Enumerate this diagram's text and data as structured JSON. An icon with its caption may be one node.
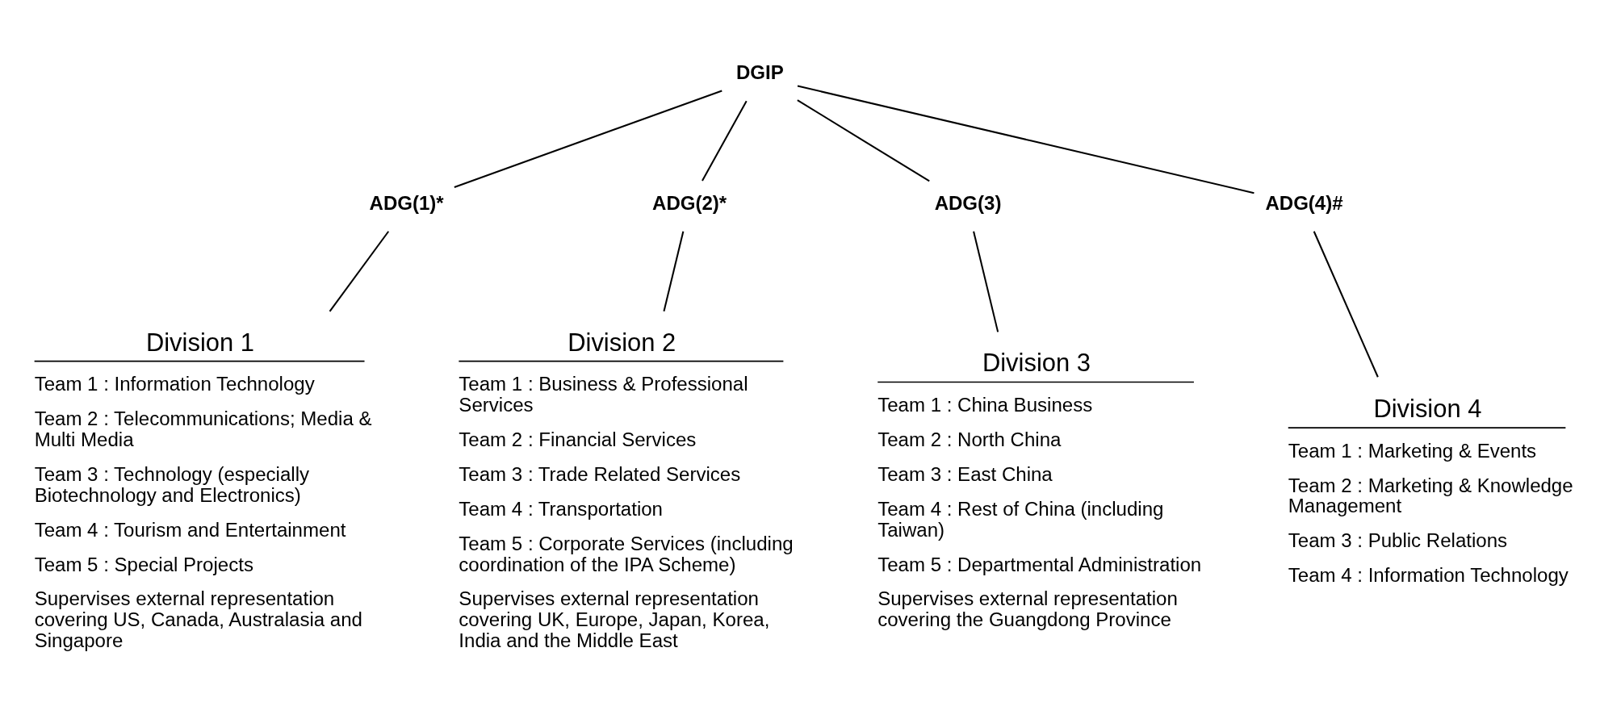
{
  "diagram": {
    "nodes": [
      {
        "text": [
          "DGIP"
        ]
      },
      {
        "text": [
          "ADG(1)*"
        ]
      },
      {
        "text": [
          "ADG(2)*"
        ]
      },
      {
        "text": [
          "ADG(3)"
        ]
      },
      {
        "text": [
          "ADG(4)#"
        ]
      },
      {
        "text": [
          "Division 1",
          "Team 1 : Information Technology",
          "Team 2 : Telecommunications; Media & Multi Media",
          "Team 3 : Technology (especially Biotechnology and Electronics)",
          "Team 4 : Tourism and Entertainment",
          "Team 5 : Special Projects",
          "Supervises external representation covering US, Canada, Australasia and Singapore"
        ]
      },
      {
        "text": [
          "Division 2",
          "Team 1 : Business & Professional Services",
          "Team 2 : Financial Services",
          "Team 3 : Trade Related Services",
          "Team 4 : Transportation",
          "Team 5 : Corporate Services (including coordination of the IPA Scheme)",
          "Supervises external representation covering UK, Europe, Japan, Korea, India and the Middle East"
        ]
      },
      {
        "text": [
          "Division 3",
          "Team 1 : China Business",
          "Team 2 : North China",
          "Team 3 : East China",
          "Team 4 : Rest of China (including Taiwan)",
          "Team 5 : Departmental Administration",
          "Supervises external representation covering the Guangdong Province"
        ]
      },
      {
        "text": [
          "Division 4",
          "Team 1 : Marketing & Events",
          "Team 2 : Marketing & Knowledge Management",
          "Team 3 : Public Relations",
          "Team 4 : Information Technology"
        ]
      }
    ],
    "edges": [
      {
        "from": 0,
        "to": 1,
        "arrow": "none"
      },
      {
        "from": 0,
        "to": 2,
        "arrow": "none"
      },
      {
        "from": 0,
        "to": 3,
        "arrow": "none"
      },
      {
        "from": 0,
        "to": 4,
        "arrow": "none"
      },
      {
        "from": 1,
        "to": 5,
        "arrow": "none"
      },
      {
        "from": 2,
        "to": 6,
        "arrow": "none"
      },
      {
        "from": 3,
        "to": 7,
        "arrow": "none"
      },
      {
        "from": 4,
        "to": 8,
        "arrow": "none"
      }
    ]
  }
}
